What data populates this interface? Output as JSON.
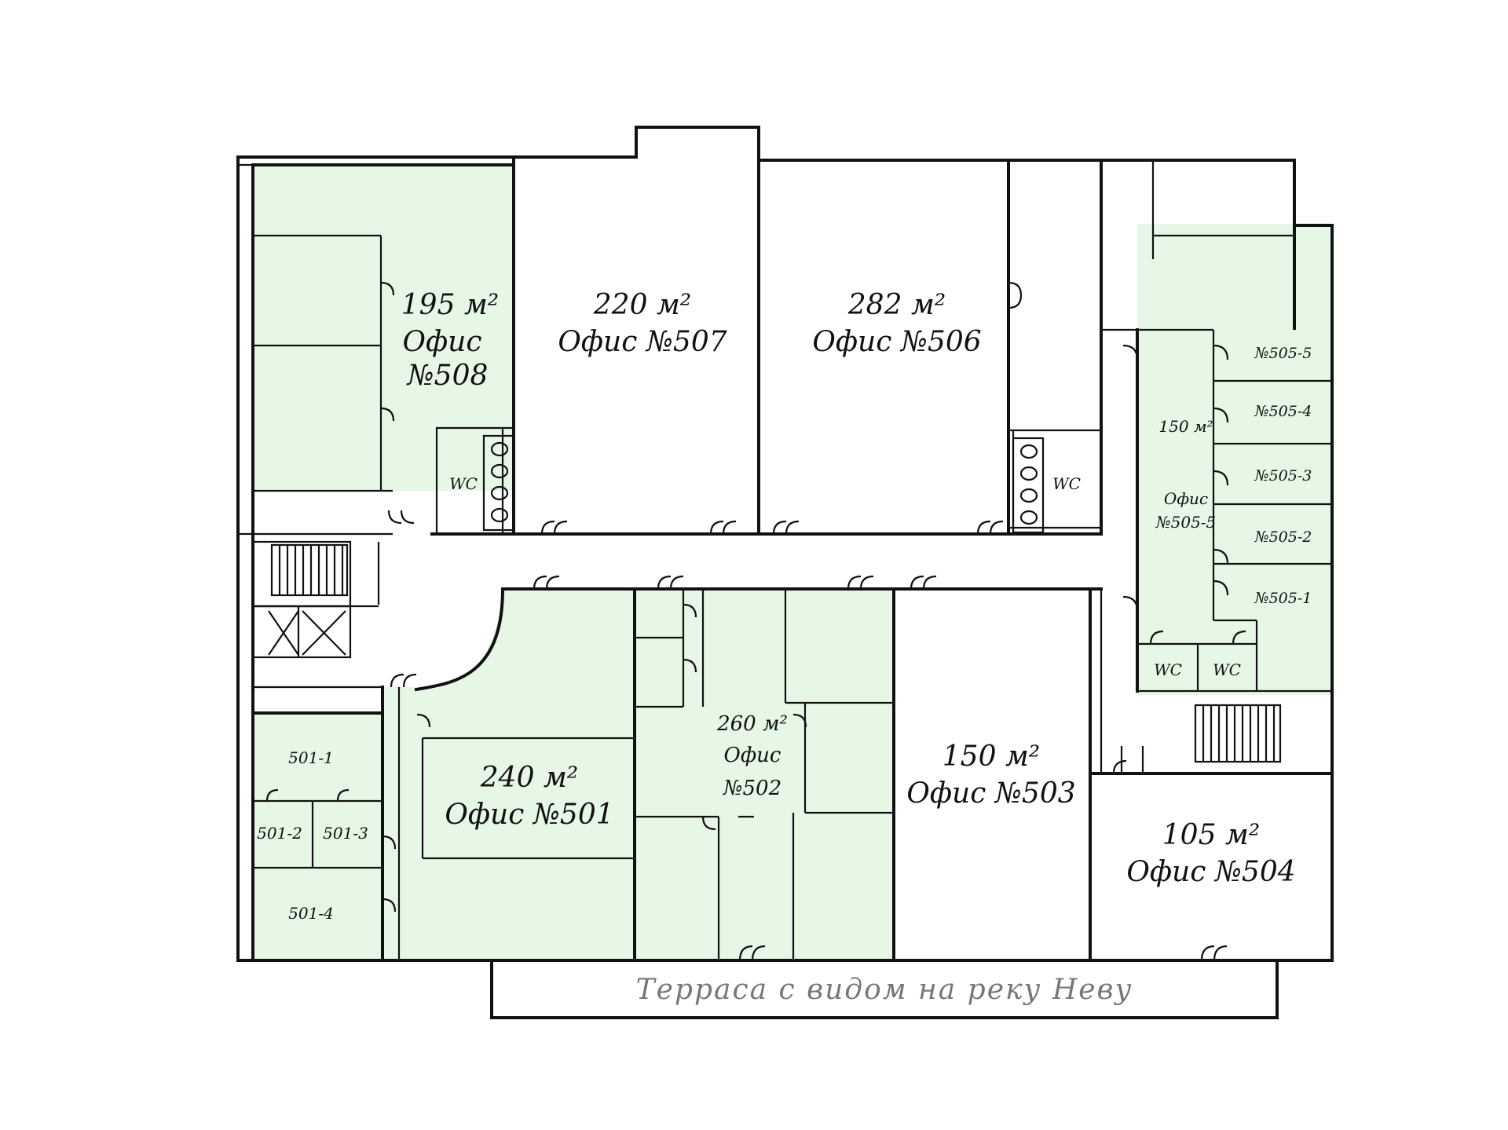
{
  "colors": {
    "leased": "#e6f7e6",
    "available": "#ffffff",
    "walls": "#111111",
    "terrace_text": "#777777"
  },
  "offices": {
    "o508": {
      "area": "195 м²",
      "name": "Офис",
      "number": "№508"
    },
    "o507": {
      "area": "220 м²",
      "name": "Офис №507"
    },
    "o506": {
      "area": "282 м²",
      "name": "Офис №506"
    },
    "o505": {
      "area": "150 м²",
      "name": "Офис",
      "number": "№505-5"
    },
    "o505_5": {
      "label": "№505-5"
    },
    "o505_4": {
      "label": "№505-4"
    },
    "o505_3": {
      "label": "№505-3"
    },
    "o505_2": {
      "label": "№505-2"
    },
    "o505_1": {
      "label": "№505-1"
    },
    "o501": {
      "area": "240 м²",
      "name": "Офис №501"
    },
    "o501_1": {
      "label": "501-1"
    },
    "o501_2": {
      "label": "501-2"
    },
    "o501_3": {
      "label": "501-3"
    },
    "o501_4": {
      "label": "501-4"
    },
    "o502": {
      "area": "260 м²",
      "name": "Офис",
      "number": "№502"
    },
    "o503": {
      "area": "150 м²",
      "name": "Офис №503"
    },
    "o504": {
      "area": "105 м²",
      "name": "Офис №504"
    }
  },
  "wc": {
    "wc1": "WC",
    "wc2": "WC",
    "wc3": "WC",
    "wc4": "WC"
  },
  "terrace": "Терраса с видом на реку Неву"
}
